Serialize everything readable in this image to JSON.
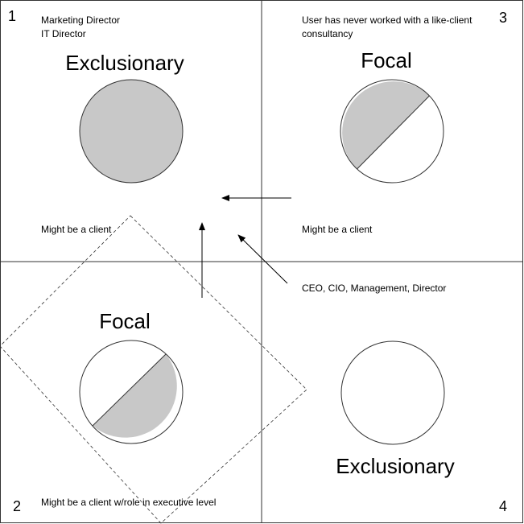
{
  "colors": {
    "line": "#333333",
    "fill_gray": "#c8c8c8",
    "arrow": "#000000"
  },
  "quadrants": [
    {
      "number": "1",
      "role_lines": [
        "Marketing Director",
        "IT Director"
      ],
      "title": "Exclusionary",
      "note": "Might be a client",
      "circle_fill": "full-gray"
    },
    {
      "number": "2",
      "title": "Focal",
      "note": "Might be a client w/role in executive level",
      "circle_fill": "half-gray-bottom-right"
    },
    {
      "number": "3",
      "role_lines": [
        "User has never worked with a like-client",
        "consultancy"
      ],
      "title": "Focal",
      "note": "Might be a client",
      "circle_fill": "half-gray-top-left"
    },
    {
      "number": "4",
      "title": "Exclusionary",
      "circle_fill": "empty"
    }
  ],
  "center_label": "CEO, CIO, Management, Director"
}
